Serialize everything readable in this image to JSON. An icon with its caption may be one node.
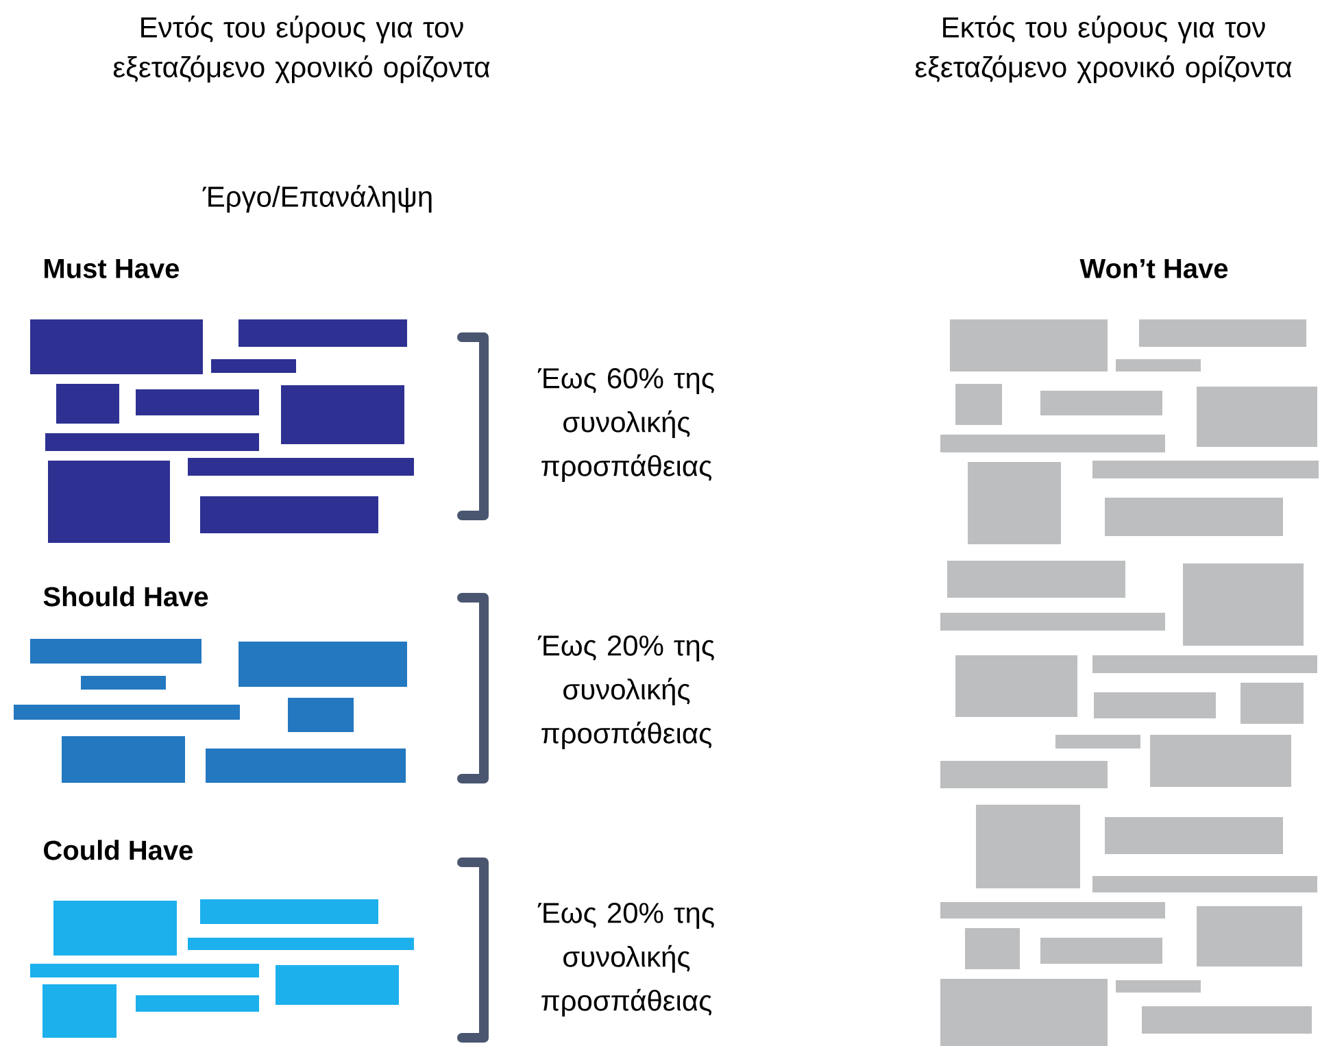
{
  "diagram": {
    "labels": [
      "Εντός του εύρους για τον εξεταζόμενο χρονικό ορίζοντα",
      "Εκτός του εύρους για τον εξεταζόμενο χρονικό ορίζοντα",
      "Έργο/Επανάληψη",
      "Must Have",
      "Won’t Have",
      "Έως 60% της συνολικής προσπάθειας",
      "Should Have",
      "Έως 20% της συνολικής προσπάθειας",
      "Could Have",
      "Έως 20% της συνολικής προσπάθειας"
    ]
  }
}
